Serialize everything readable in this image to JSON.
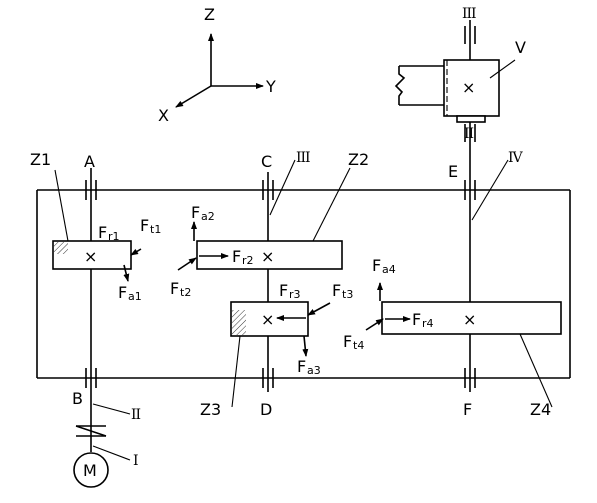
{
  "axes": {
    "z": "Z",
    "y": "Y",
    "x": "X"
  },
  "points": {
    "a": "A",
    "b": "B",
    "c": "C",
    "d": "D",
    "e": "E",
    "f": "F"
  },
  "gears": {
    "z1": "Z1",
    "z2": "Z2",
    "z3": "Z3",
    "z4": "Z4",
    "v": "V"
  },
  "shafts": {
    "i": "I",
    "ii": "II",
    "iii": "III",
    "iv": "IV",
    "iii_top": "III",
    "ii_top": "II"
  },
  "motor": "M",
  "forces": {
    "fr1": {
      "main": "F",
      "sub": "r1"
    },
    "ft1": {
      "main": "F",
      "sub": "t1"
    },
    "fa1": {
      "main": "F",
      "sub": "a1"
    },
    "fa2": {
      "main": "F",
      "sub": "a2"
    },
    "fr2": {
      "main": "F",
      "sub": "r2"
    },
    "ft2": {
      "main": "F",
      "sub": "t2"
    },
    "fr3": {
      "main": "F",
      "sub": "r3"
    },
    "ft3": {
      "main": "F",
      "sub": "t3"
    },
    "fa3": {
      "main": "F",
      "sub": "a3"
    },
    "fa4": {
      "main": "F",
      "sub": "a4"
    },
    "fr4": {
      "main": "F",
      "sub": "r4"
    },
    "ft4": {
      "main": "F",
      "sub": "t4"
    }
  },
  "symbols": {
    "center_mark": "×"
  }
}
